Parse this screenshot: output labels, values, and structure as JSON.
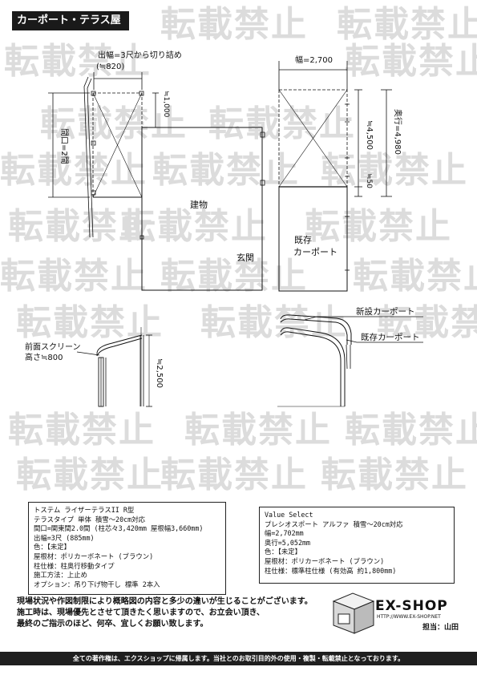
{
  "header": {
    "title": "カーポート・テラス屋根"
  },
  "watermark": {
    "text": "転載禁止"
  },
  "plan_left": {
    "dim_top": "出幅=3尺から切り詰め",
    "dim_top_sub": "(≒820)",
    "dim_vertical_left": "間口=2間",
    "dim_small": "≒1,000",
    "label_building": "建物",
    "label_entrance": "玄関"
  },
  "plan_right": {
    "dim_width": "幅=2,700",
    "dim_4500": "≒4,500",
    "dim_4980": "奥行=4,980",
    "dim_50": "≒50",
    "label_existing_1": "既存",
    "label_existing_2": "カーポート"
  },
  "elev_left": {
    "screen_label": "前面スクリーン",
    "screen_height": "高さ≒800",
    "dim_height": "≒2,500"
  },
  "elev_right": {
    "label_new": "新設カーポート",
    "label_existing": "既存カーポート"
  },
  "spec_left": {
    "lines": [
      "トステム ライザーテラスII R型",
      "テラスタイプ 単体 積雪～20cm対応",
      "間口=関東間2.0間 (柱芯々3,420mm 屋根幅3,660mm)",
      "出幅=3尺 (885mm)",
      "色：【未定】",
      "屋根材：ポリカーボネート (ブラウン)",
      "柱仕様：柱奥行移動タイプ",
      "施工方法：上止め",
      "オプション：吊り下げ物干し 標準 2本入"
    ]
  },
  "spec_right": {
    "lines": [
      "Value Select",
      "プレシオスポート アルファ 積雪～20cm対応",
      "幅=2,702mm",
      "奥行=5,052mm",
      "色：【未定】",
      "屋根材：ポリカーボネート (ブラウン)",
      "柱仕様：標準柱仕様 (有効高 約1,800mm)"
    ]
  },
  "notes": {
    "line1": "現場状況や作図制限により概略図の内容と多少の違いが生じることがございます。",
    "line2": "施工時は、現場優先とさせて頂きたく思いますので、お立会い頂き、",
    "line3": "最終のご指示のほど、何卒、宜しくお願い致します。"
  },
  "logo": {
    "name": "EX-SHOP",
    "url": "HTTP://WWW.EX-SHOP.NET",
    "staff": "担当：山田"
  },
  "footer": {
    "text": "全ての著作権は、エクスショップに帰属します。当社とのお取引目的外の使用・複製・転載禁止となっております。"
  }
}
